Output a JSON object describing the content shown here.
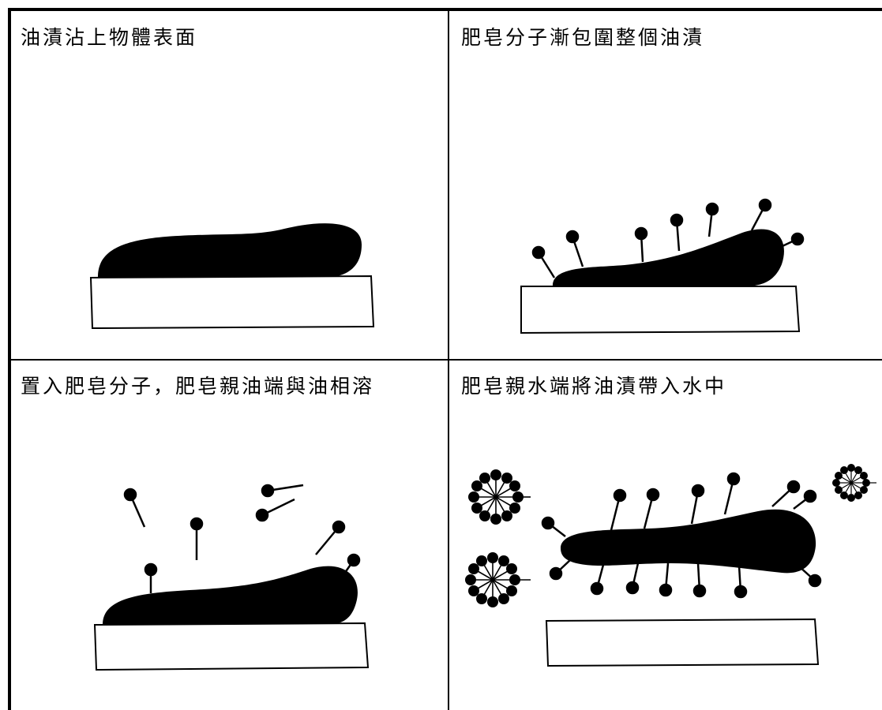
{
  "panels": [
    {
      "caption": "油漬沾上物體表面"
    },
    {
      "caption": "肥皂分子漸包圍整個油漬"
    },
    {
      "caption": "置入肥皂分子，肥皂親油端與油相溶"
    },
    {
      "caption": "肥皂親水端將油漬帶入水中"
    }
  ],
  "colors": {
    "ink": "#000000",
    "paper": "#ffffff"
  }
}
